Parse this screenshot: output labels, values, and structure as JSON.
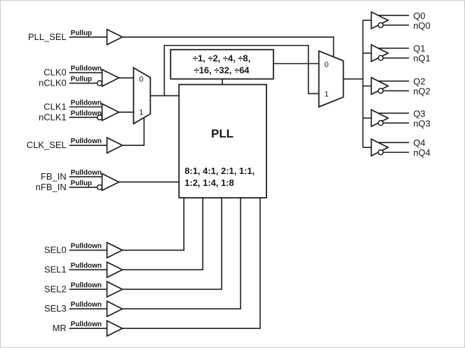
{
  "inputs": {
    "pll_sel": {
      "label": "PLL_SEL",
      "pull": "Pullup"
    },
    "clk0": {
      "label": "CLK0",
      "pull": "Pulldown"
    },
    "nclk0": {
      "label": "nCLK0",
      "pull": "Pullup"
    },
    "clk1": {
      "label": "CLK1",
      "pull": "Pulldown"
    },
    "nclk1": {
      "label": "nCLK1",
      "pull": "Pulldown"
    },
    "clk_sel": {
      "label": "CLK_SEL",
      "pull": "Pulldown"
    },
    "fb_in": {
      "label": "FB_IN",
      "pull": "Pulldown"
    },
    "nfb_in": {
      "label": "nFB_IN",
      "pull": "Pullup"
    },
    "sel0": {
      "label": "SEL0",
      "pull": "Pulldown"
    },
    "sel1": {
      "label": "SEL1",
      "pull": "Pulldown"
    },
    "sel2": {
      "label": "SEL2",
      "pull": "Pulldown"
    },
    "sel3": {
      "label": "SEL3",
      "pull": "Pulldown"
    },
    "mr": {
      "label": "MR",
      "pull": "Pulldown"
    }
  },
  "blocks": {
    "output_divider": {
      "line1": "÷1, ÷2, ÷4, ÷8,",
      "line2": "÷16, ÷32, ÷64"
    },
    "pll": {
      "title": "PLL",
      "feedback_line1": "8:1, 4:1, 2:1, 1:1,",
      "feedback_line2": "1:2, 1:4, 1:8"
    },
    "input_mux": {
      "input0": "0",
      "input1": "1"
    },
    "output_mux": {
      "input0": "0",
      "input1": "1"
    }
  },
  "outputs": {
    "q0": {
      "q": "Q0",
      "nq": "nQ0"
    },
    "q1": {
      "q": "Q1",
      "nq": "nQ1"
    },
    "q2": {
      "q": "Q2",
      "nq": "nQ2"
    },
    "q3": {
      "q": "Q3",
      "nq": "nQ3"
    },
    "q4": {
      "q": "Q4",
      "nq": "nQ4"
    }
  }
}
